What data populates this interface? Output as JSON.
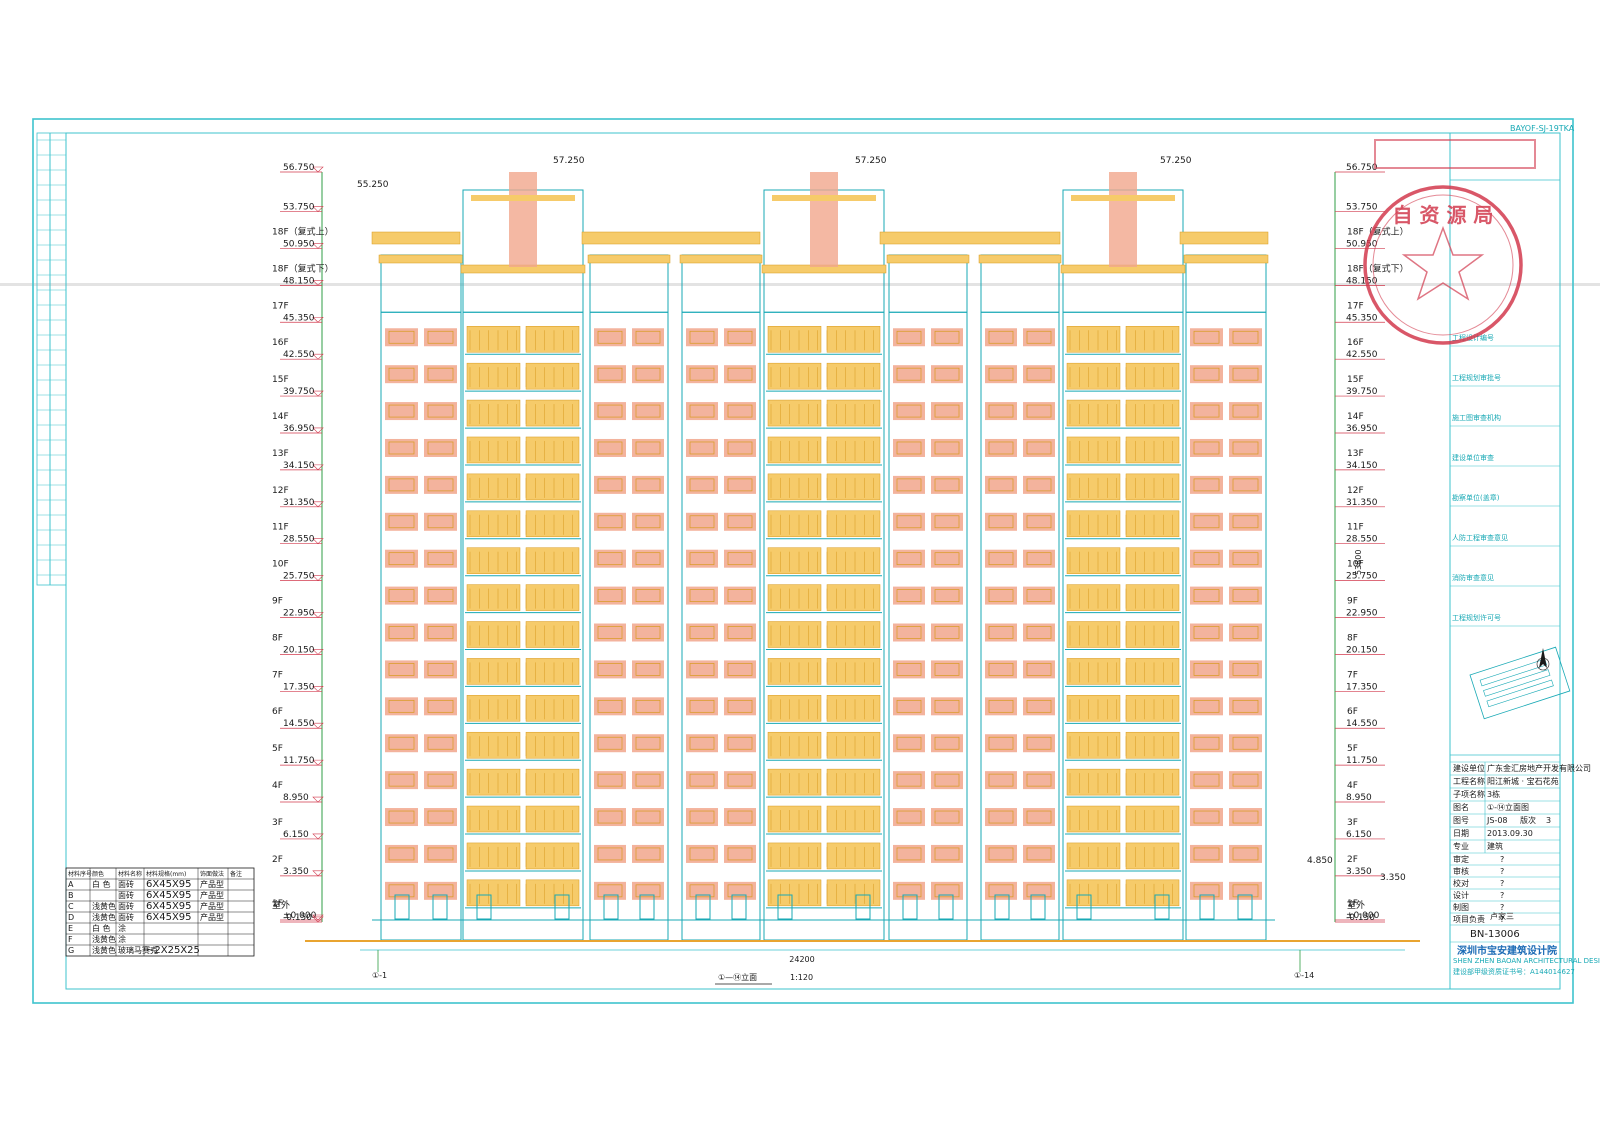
{
  "sheet_code": "BAYOF-SJ-19TKA",
  "roof_marks": {
    "left": "55.250",
    "center": "57.250"
  },
  "axis_labels": {
    "left": "①-1",
    "right": "①-14"
  },
  "overall_dim": "24200",
  "total_height_dim": "53800",
  "datum_left": "4.850",
  "datum_right": "3.350",
  "outdoor_label": "室外",
  "levels": [
    {
      "name": "",
      "elev": "56.750",
      "fl": 56.75
    },
    {
      "name": "",
      "elev": "53.750",
      "fl": 53.75
    },
    {
      "name": "18F（复式上）",
      "elev": "50.950",
      "fl": 50.95
    },
    {
      "name": "18F（复式下）",
      "elev": "48.150",
      "fl": 48.15
    },
    {
      "name": "17F",
      "elev": "45.350",
      "fl": 45.35
    },
    {
      "name": "16F",
      "elev": "42.550",
      "fl": 42.55
    },
    {
      "name": "15F",
      "elev": "39.750",
      "fl": 39.75
    },
    {
      "name": "14F",
      "elev": "36.950",
      "fl": 36.95
    },
    {
      "name": "13F",
      "elev": "34.150",
      "fl": 34.15
    },
    {
      "name": "12F",
      "elev": "31.350",
      "fl": 31.35
    },
    {
      "name": "11F",
      "elev": "28.550",
      "fl": 28.55
    },
    {
      "name": "10F",
      "elev": "25.750",
      "fl": 25.75
    },
    {
      "name": "9F",
      "elev": "22.950",
      "fl": 22.95
    },
    {
      "name": "8F",
      "elev": "20.150",
      "fl": 20.15
    },
    {
      "name": "7F",
      "elev": "17.350",
      "fl": 17.35
    },
    {
      "name": "6F",
      "elev": "14.550",
      "fl": 14.55
    },
    {
      "name": "5F",
      "elev": "11.750",
      "fl": 11.75
    },
    {
      "name": "4F",
      "elev": "8.950",
      "fl": 8.95
    },
    {
      "name": "3F",
      "elev": "6.150",
      "fl": 6.15
    },
    {
      "name": "2F",
      "elev": "3.350",
      "fl": 3.35
    },
    {
      "name": "1F",
      "elev": "±0.000",
      "fl": 0.0
    },
    {
      "name": "室外",
      "elev": "-0.150",
      "fl": -0.15
    }
  ],
  "material_table": {
    "headers": [
      "材料序号",
      "颜色",
      "材料名称",
      "材料规格(mm)",
      "饰面做法",
      "备注"
    ],
    "rows": [
      [
        "A",
        "白 色",
        "面砖",
        "6X45X95",
        "产品型",
        ""
      ],
      [
        "B",
        "",
        "面砖",
        "6X45X95",
        "产品型",
        ""
      ],
      [
        "C",
        "浅黄色",
        "面砖",
        "6X45X95",
        "产品型",
        ""
      ],
      [
        "D",
        "浅黄色",
        "面砖",
        "6X45X95",
        "产品型",
        ""
      ],
      [
        "E",
        "白 色",
        "涂",
        "",
        "",
        ""
      ],
      [
        "F",
        "浅黄色",
        "涂",
        "",
        "",
        ""
      ],
      [
        "G",
        "浅黄色",
        "玻璃马赛克",
        "~2X25X25",
        "",
        ""
      ]
    ]
  },
  "drawing_caption": {
    "title": "①—⑭立面",
    "scale": "1:120"
  },
  "title_block": {
    "notes": [
      "工程设计编号",
      "工程规划审批号",
      "施工图审查机构",
      "建设单位审查",
      "勘察单位(盖章)",
      "人防工程审查意见",
      "消防审查意见",
      "工程规划许可号"
    ],
    "rows": [
      {
        "k": "建设单位",
        "v": "广东金汇房地产开发有限公司"
      },
      {
        "k": "工程名称",
        "v": "阳江新城 · 宝石花苑"
      },
      {
        "k": "子项名称",
        "v": "3栋"
      },
      {
        "k": "图名",
        "v": "①-⑭立面图"
      },
      {
        "k": "图号",
        "v": "JS-08",
        "k2": "版次",
        "v2": "3"
      },
      {
        "k": "日期",
        "v": "2013.09.30"
      },
      {
        "k": "专业",
        "v": "建筑"
      }
    ],
    "sign_rows": [
      "审定",
      "审核",
      "校对",
      "设计",
      "制图",
      "项目负责"
    ],
    "sign_names": [
      "?",
      "?",
      "?",
      "?",
      "?",
      "?"
    ],
    "checker": "卢家三",
    "cert_no": "BN-13006",
    "org_cn": "深圳市宝安建筑设计院",
    "org_en": "SHEN ZHEN BAOAN ARCHITECTURAL DESIGN INSTITUTE",
    "license": "建设部甲级资质证书号：A144014627"
  },
  "stamp": {
    "text": "自 资 源 局"
  },
  "colors": {
    "border": "#3ec3cd",
    "cyan": "#18a9b5",
    "yellow": "#f6cb6a",
    "yellow_dark": "#d89a1e",
    "brick": "#f1a68c",
    "ground": "#e9a430",
    "green": "#2f9e44",
    "red": "#d23a4e"
  }
}
